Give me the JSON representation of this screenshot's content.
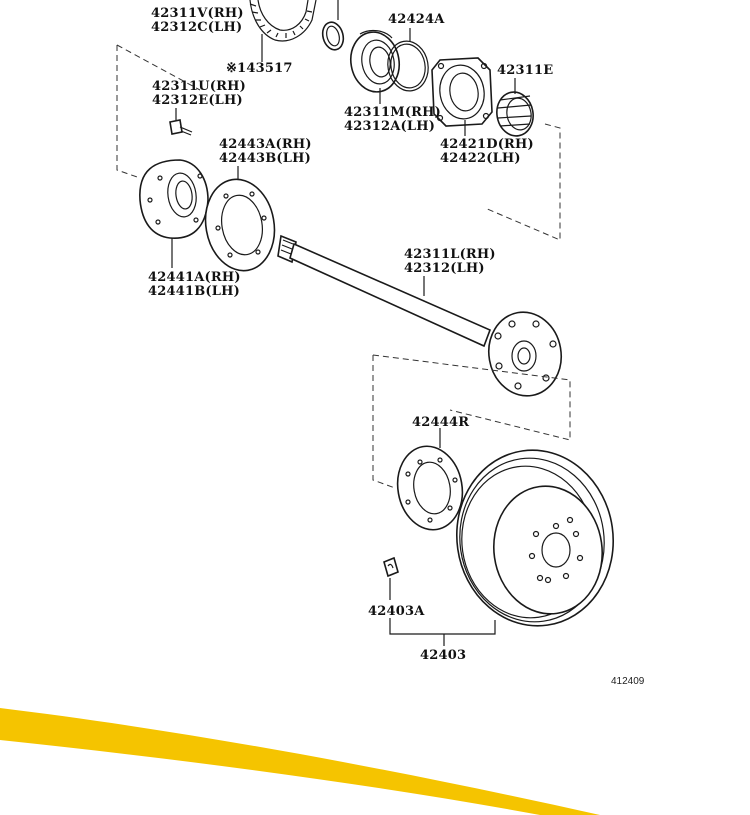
{
  "diagram": {
    "labels": {
      "l_42311V": "42311V(RH)",
      "l_42312C": "42312C(LH)",
      "l_43517": "※143517",
      "l_42424A": "42424A",
      "l_42311E": "42311E",
      "l_42311U": "42311U(RH)",
      "l_42312E": "42312E(LH)",
      "l_42311M": "42311M(RH)",
      "l_42312A": "42312A(LH)",
      "l_42421D": "42421D(RH)",
      "l_42422": "42422(LH)",
      "l_42443A": "42443A(RH)",
      "l_42443B": "42443B(LH)",
      "l_42441A": "42441A(RH)",
      "l_42441B": "42441B(LH)",
      "l_42311L": "42311L(RH)",
      "l_42312": "42312(LH)",
      "l_42444R": "42444R",
      "l_42403A": "42403A",
      "l_42403": "42403",
      "code": "412409"
    },
    "colors": {
      "banner": "#f5c400",
      "ink": "#1a1a1a"
    }
  }
}
